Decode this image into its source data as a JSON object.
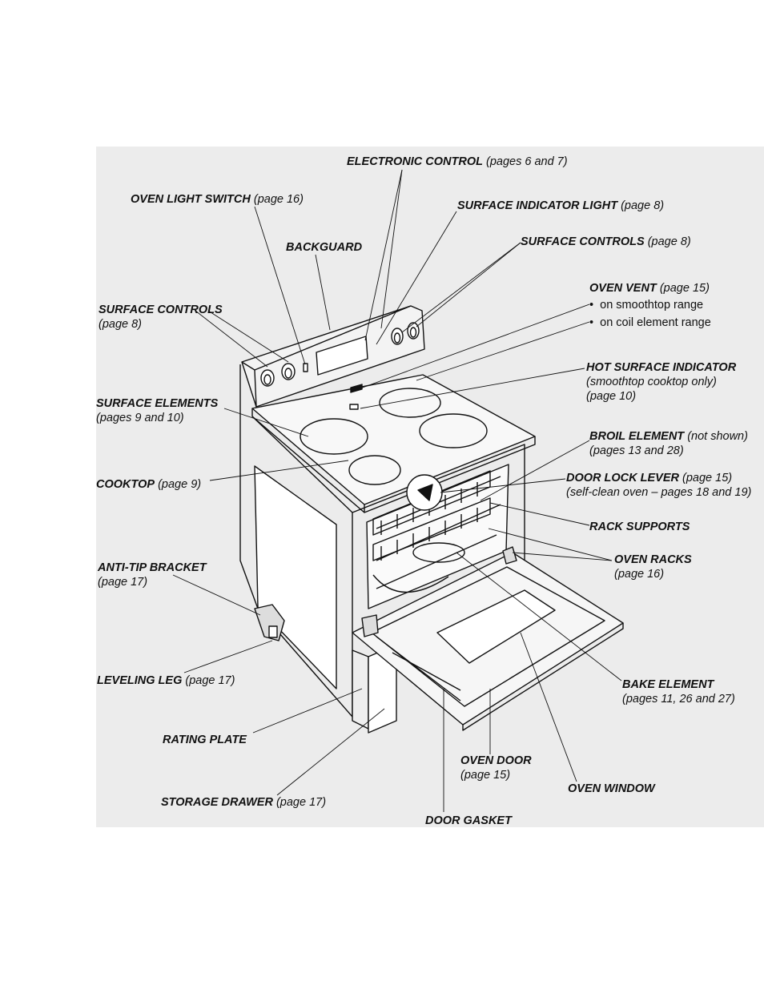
{
  "labels": {
    "electronic_control": {
      "name": "ELECTRONIC CONTROL",
      "ref": "(pages 6 and 7)"
    },
    "oven_light_switch": {
      "name": "OVEN LIGHT SWITCH",
      "ref": "(page 16)"
    },
    "surface_indicator_light": {
      "name": "SURFACE INDICATOR LIGHT",
      "ref": "(page 8)"
    },
    "backguard": {
      "name": "BACKGUARD"
    },
    "surface_controls_right": {
      "name": "SURFACE CONTROLS",
      "ref": "(page 8)"
    },
    "oven_vent": {
      "name": "OVEN VENT",
      "ref": "(page 15)",
      "bullets": [
        "on smoothtop range",
        "on coil element range"
      ]
    },
    "surface_controls_left": {
      "name": "SURFACE CONTROLS",
      "ref": "(page 8)"
    },
    "hot_surface_indicator": {
      "name": "HOT SURFACE INDICATOR",
      "sub1": "(smoothtop cooktop only)",
      "sub2": "(page 10)"
    },
    "surface_elements": {
      "name": "SURFACE ELEMENTS",
      "ref": "(pages 9 and 10)"
    },
    "broil_element": {
      "name": "BROIL ELEMENT",
      "ref": "(not shown)",
      "sub": "(pages 13 and 28)"
    },
    "cooktop": {
      "name": "COOKTOP",
      "ref": "(page 9)"
    },
    "door_lock_lever": {
      "name": "DOOR LOCK LEVER",
      "ref": "(page 15)",
      "sub": "(self-clean oven – pages 18 and 19)"
    },
    "rack_supports": {
      "name": "RACK SUPPORTS"
    },
    "anti_tip_bracket": {
      "name": "ANTI-TIP BRACKET",
      "ref": "(page 17)"
    },
    "oven_racks": {
      "name": "OVEN RACKS",
      "ref": "(page 16)"
    },
    "leveling_leg": {
      "name": "LEVELING LEG",
      "ref": "(page 17)"
    },
    "bake_element": {
      "name": "BAKE ELEMENT",
      "ref": "(pages 11, 26 and 27)"
    },
    "rating_plate": {
      "name": "RATING PLATE"
    },
    "oven_door": {
      "name": "OVEN DOOR",
      "ref": "(page 15)"
    },
    "oven_window": {
      "name": "OVEN WINDOW"
    },
    "storage_drawer": {
      "name": "STORAGE DRAWER",
      "ref": "(page 17)"
    },
    "door_gasket": {
      "name": "DOOR GASKET"
    }
  },
  "colors": {
    "panel": "#ececec",
    "ink": "#111111",
    "door_face": "#f6f6f6"
  }
}
